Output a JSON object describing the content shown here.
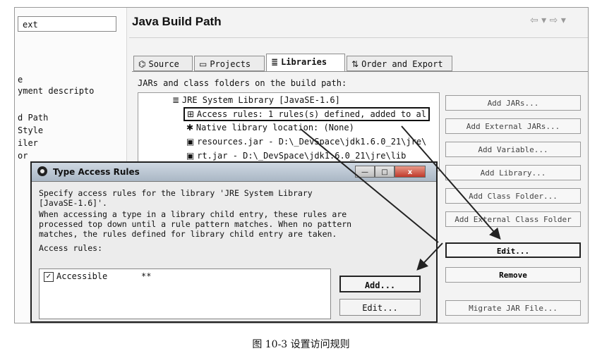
{
  "nav": {
    "filter_text": "ext",
    "items": [
      "e",
      "yment descripto",
      "d Path",
      "Style",
      "iler",
      "or"
    ]
  },
  "header": {
    "title": "Java Build Path",
    "nav_arrows": "⇦ ▾ ⇨ ▾"
  },
  "tabs": [
    {
      "icon": "⌬",
      "label": "Source"
    },
    {
      "icon": "▭",
      "label": "Projects"
    },
    {
      "icon": "≣",
      "label": "Libraries"
    },
    {
      "icon": "⇅",
      "label": "Order and Export"
    }
  ],
  "main": {
    "subtitle": "JARs and class folders on the build path:",
    "tree": [
      "JRE System Library [JavaSE-1.6]",
      "Access rules: 1 rules(s) defined, added to al",
      "Native library location: (None)",
      "resources.jar - D:\\_DevSpace\\jdk1.6.0_21\\jre\\",
      "rt.jar - D:\\_DevSpace\\jdk1.6.0_21\\jre\\lib"
    ]
  },
  "side_buttons": [
    "Add JARs...",
    "Add External JARs...",
    "Add Variable...",
    "Add Library...",
    "Add Class Folder...",
    "Add External Class Folder",
    "Edit...",
    "Remove",
    "Migrate JAR File..."
  ],
  "dialog": {
    "title": "Type Access Rules",
    "text_lines": [
      "Specify access rules for the library 'JRE System Library",
      "[JavaSE-1.6]'.",
      "When accessing a type in a library child entry, these rules are",
      "processed top down until a rule pattern matches. When no pattern",
      "matches, the rules defined for library child entry are taken."
    ],
    "rules_label": "Access rules:",
    "rule": {
      "checkmark": "✓",
      "kind": "Accessible",
      "pattern": "**"
    },
    "buttons": [
      "Add...",
      "Edit..."
    ],
    "window_buttons": [
      "—",
      "□",
      "x"
    ]
  },
  "caption": "图 10-3   设置访问规则"
}
